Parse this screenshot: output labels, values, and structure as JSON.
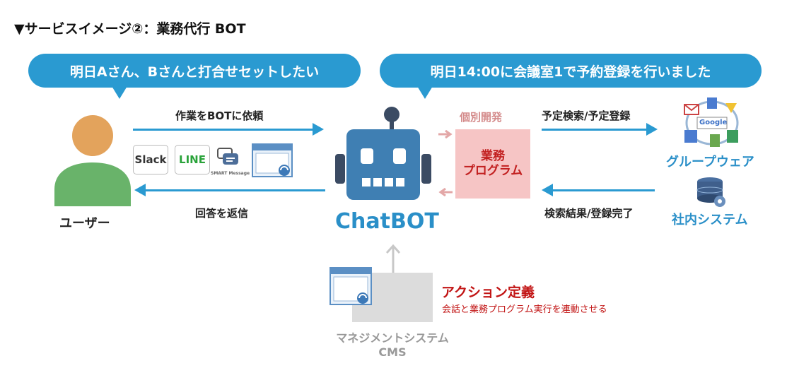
{
  "title": "▼サービスイメージ②：業務代行 BOT",
  "bubbles": {
    "user": "明日Aさん、Bさんと打合せセットしたい",
    "bot": "明日14:00に会議室1で予約登録を行いました"
  },
  "left_flow": {
    "request_label": "作業をBOTに依頼",
    "reply_label": "回答を返信",
    "user_label": "ユーザー",
    "apps": {
      "slack": "Slack",
      "line": "LINE",
      "smart_message": "SMART Message"
    }
  },
  "bot": {
    "name": "ChatBOT",
    "custom_dev_label": "個別開発",
    "program_line1": "業務",
    "program_line2": "プログラム"
  },
  "right_flow": {
    "search_label": "予定検索/予定登録",
    "result_label": "検索結果/登録完了",
    "groupware_label": "グループウェア",
    "internal_system_label": "社内システム",
    "google_text": "Google"
  },
  "cms": {
    "action_title": "アクション定義",
    "action_sub": "会話と業務プログラム実行を連動させる",
    "name_line1": "マネジメントシステム",
    "name_line2": "CMS"
  },
  "colors": {
    "accent_blue": "#2a9ad1",
    "robot_blue": "#3f7fb3",
    "pink_bg": "#f6c5c5",
    "red": "#c21515"
  }
}
